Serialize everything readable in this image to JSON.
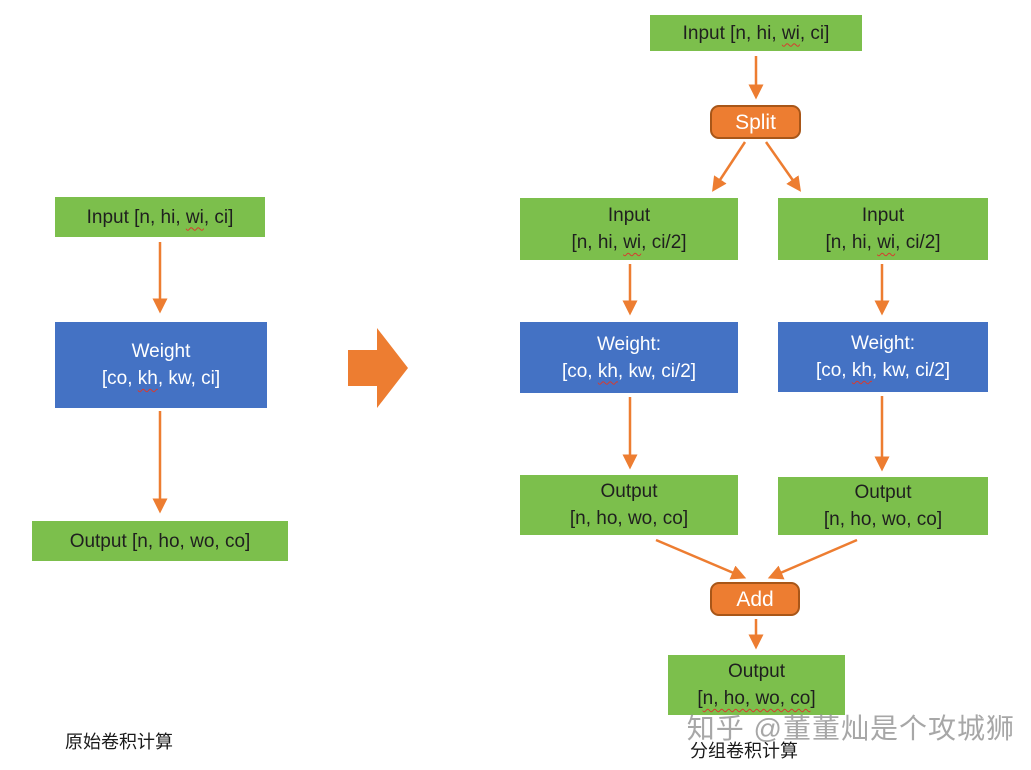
{
  "watermark": "知乎 @董董灿是个攻城狮",
  "captions": {
    "left": "原始卷积计算",
    "right": "分组卷积计算"
  },
  "left": {
    "input": {
      "pre": "Input [n, hi, ",
      "wavy": "wi",
      "post": ", ci]"
    },
    "weight": {
      "line1": "Weight",
      "line2_pre": "[co, ",
      "line2_wavy": "kh",
      "line2_post": ", kw, ci]"
    },
    "output": "Output [n, ho, wo, co]"
  },
  "right": {
    "top_input": {
      "pre": "Input [n, hi, ",
      "wavy": "wi",
      "post": ", ci]"
    },
    "split_label": "Split",
    "add_label": "Add",
    "branch_left": {
      "input_line1": "Input",
      "input_pre": "[n, hi, ",
      "input_wavy": "wi",
      "input_post": ", ci/2]",
      "weight_line1": "Weight:",
      "weight_pre": "[co, ",
      "weight_wavy": "kh",
      "weight_post": ", kw, ci/2]",
      "output_line1": "Output",
      "output_line2": "[n, ho, wo, co]"
    },
    "branch_right": {
      "input_line1": "Input",
      "input_pre": "[n, hi, ",
      "input_wavy": "wi",
      "input_post": ", ci/2]",
      "weight_line1": "Weight:",
      "weight_pre": "[co, ",
      "weight_wavy": "kh",
      "weight_post": ", kw, ci/2]",
      "output_line1": "Output",
      "output_line2": "[n, ho, wo, co]"
    },
    "final_output": {
      "line1": "Output",
      "line2_pre": "[",
      "line2_wavy": "n, ho, wo, co",
      "line2_post": "]"
    }
  },
  "colors": {
    "green": "#7cbf4c",
    "blue": "#4472c4",
    "orange": "#ed7d31",
    "wavy_red": "#d83a2e"
  }
}
